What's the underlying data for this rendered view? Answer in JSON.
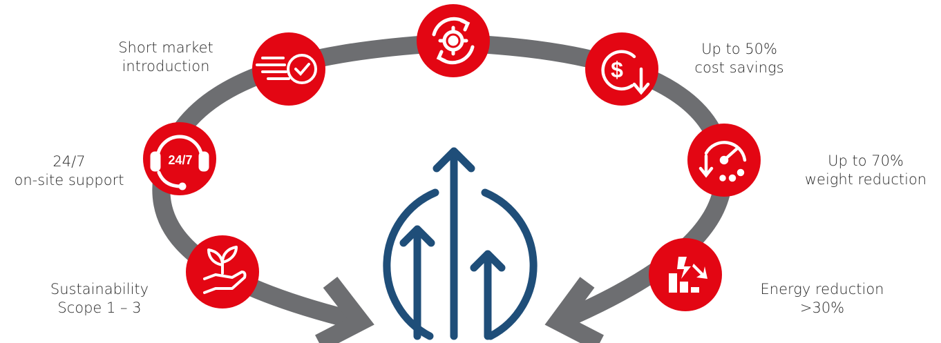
{
  "colors": {
    "accent_red": "#e30613",
    "loop_gray": "#6d6e71",
    "center_blue": "#1f4e79",
    "text": "#2a2a2a"
  },
  "center": {
    "icon": "growth-arrows-icon"
  },
  "top": {
    "icon": "gear-cycle-icon"
  },
  "benefits": [
    {
      "icon": "fast-clock-icon",
      "line1": "Short market",
      "line2": "introduction"
    },
    {
      "icon": "headset-icon",
      "badge": "24/7",
      "line1": "24/7",
      "line2": "on-site support"
    },
    {
      "icon": "plant-in-hand-icon",
      "line1": "Sustainability",
      "line2": "Scope 1 – 3"
    },
    {
      "icon": "dollar-down-icon",
      "line1": "Up to 50%",
      "line2": "cost savings"
    },
    {
      "icon": "gauge-down-icon",
      "line1": "Up to 70%",
      "line2": "weight reduction"
    },
    {
      "icon": "energy-down-icon",
      "line1": "Energy reduction",
      "line2": ">30%"
    }
  ]
}
